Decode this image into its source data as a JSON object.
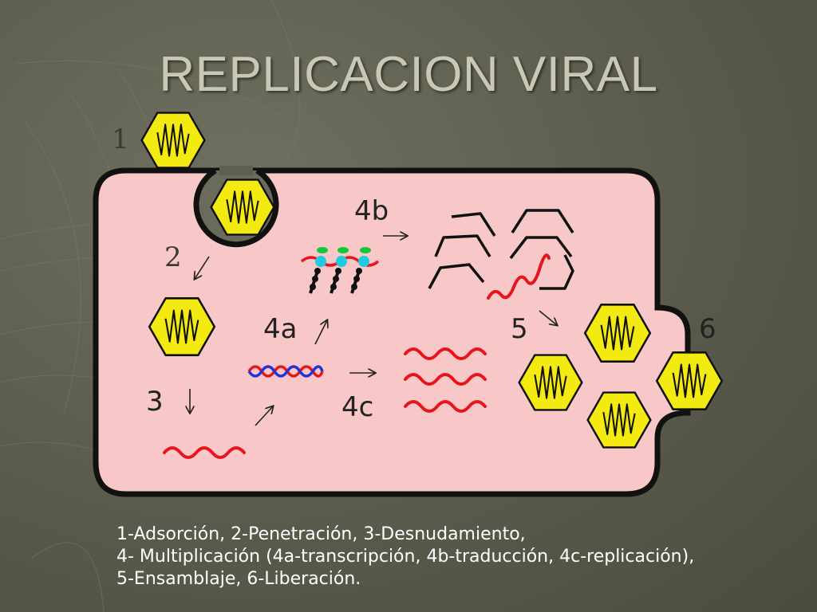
{
  "title": "REPLICACION VIRAL",
  "steps": {
    "s1": "1",
    "s2": "2",
    "s3": "3",
    "s4a": "4a",
    "s4b": "4b",
    "s4c": "4c",
    "s5": "5",
    "s6": "6"
  },
  "caption": {
    "line1": "1-Adsorción, 2-Penetración, 3-Desnudamiento,",
    "line2": "4- Multiplicación (4a-transcripción, 4b-traducción, 4c-replicación),",
    "line3": "5-Ensamblaje, 6-Liberación."
  },
  "colors": {
    "cell": "#f8c8c8",
    "virus": "#f2ea10",
    "rna": "#e8141c",
    "dna": "#2433d8",
    "ribosome": "#1ecbe0",
    "trna": "#10c83a",
    "background": "#5f6052"
  },
  "icons": {
    "virus": "hexagon-virus-icon",
    "arrow": "arrow-icon",
    "rna": "rna-strand-icon",
    "capsid": "capsid-fragment-icon"
  }
}
